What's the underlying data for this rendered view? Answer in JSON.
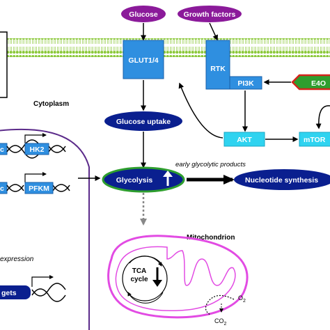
{
  "nodes": {
    "glucose": "Glucose",
    "growth_factors": "Growth factors",
    "glut": "GLUT1/4",
    "rtk": "RTK",
    "pi3k": "PI3K",
    "e4o": "E4O",
    "cytoplasm": "Cytoplasm",
    "glucose_uptake": "Glucose uptake",
    "akt": "AKT",
    "mtor": "mTOR",
    "glycolysis": "Glycolysis",
    "early_products": "early glycolytic products",
    "nucleotide": "Nucleotide synthesis",
    "mitochondrion": "Mitochondrion",
    "tca_line1": "TCA",
    "tca_line2": "cycle",
    "o2": "O",
    "o2_sub": "2",
    "co2": "CO",
    "co2_sub": "2",
    "gene_hk2": "HK2",
    "gene_pfkm": "PFKM",
    "expression": "expression",
    "targets": "gets",
    "partial_c1": "c",
    "partial_c2": "c"
  },
  "colors": {
    "membrane": "#7cbf2c",
    "purple": "#8b1a9a",
    "blue": "#2f8fe0",
    "navy": "#0a1f8f",
    "cyan": "#2fd3f0",
    "green": "#2e9e2e",
    "red": "#d4241c",
    "mito": "#e24be3",
    "nucleus_border": "#5b2a8a"
  }
}
